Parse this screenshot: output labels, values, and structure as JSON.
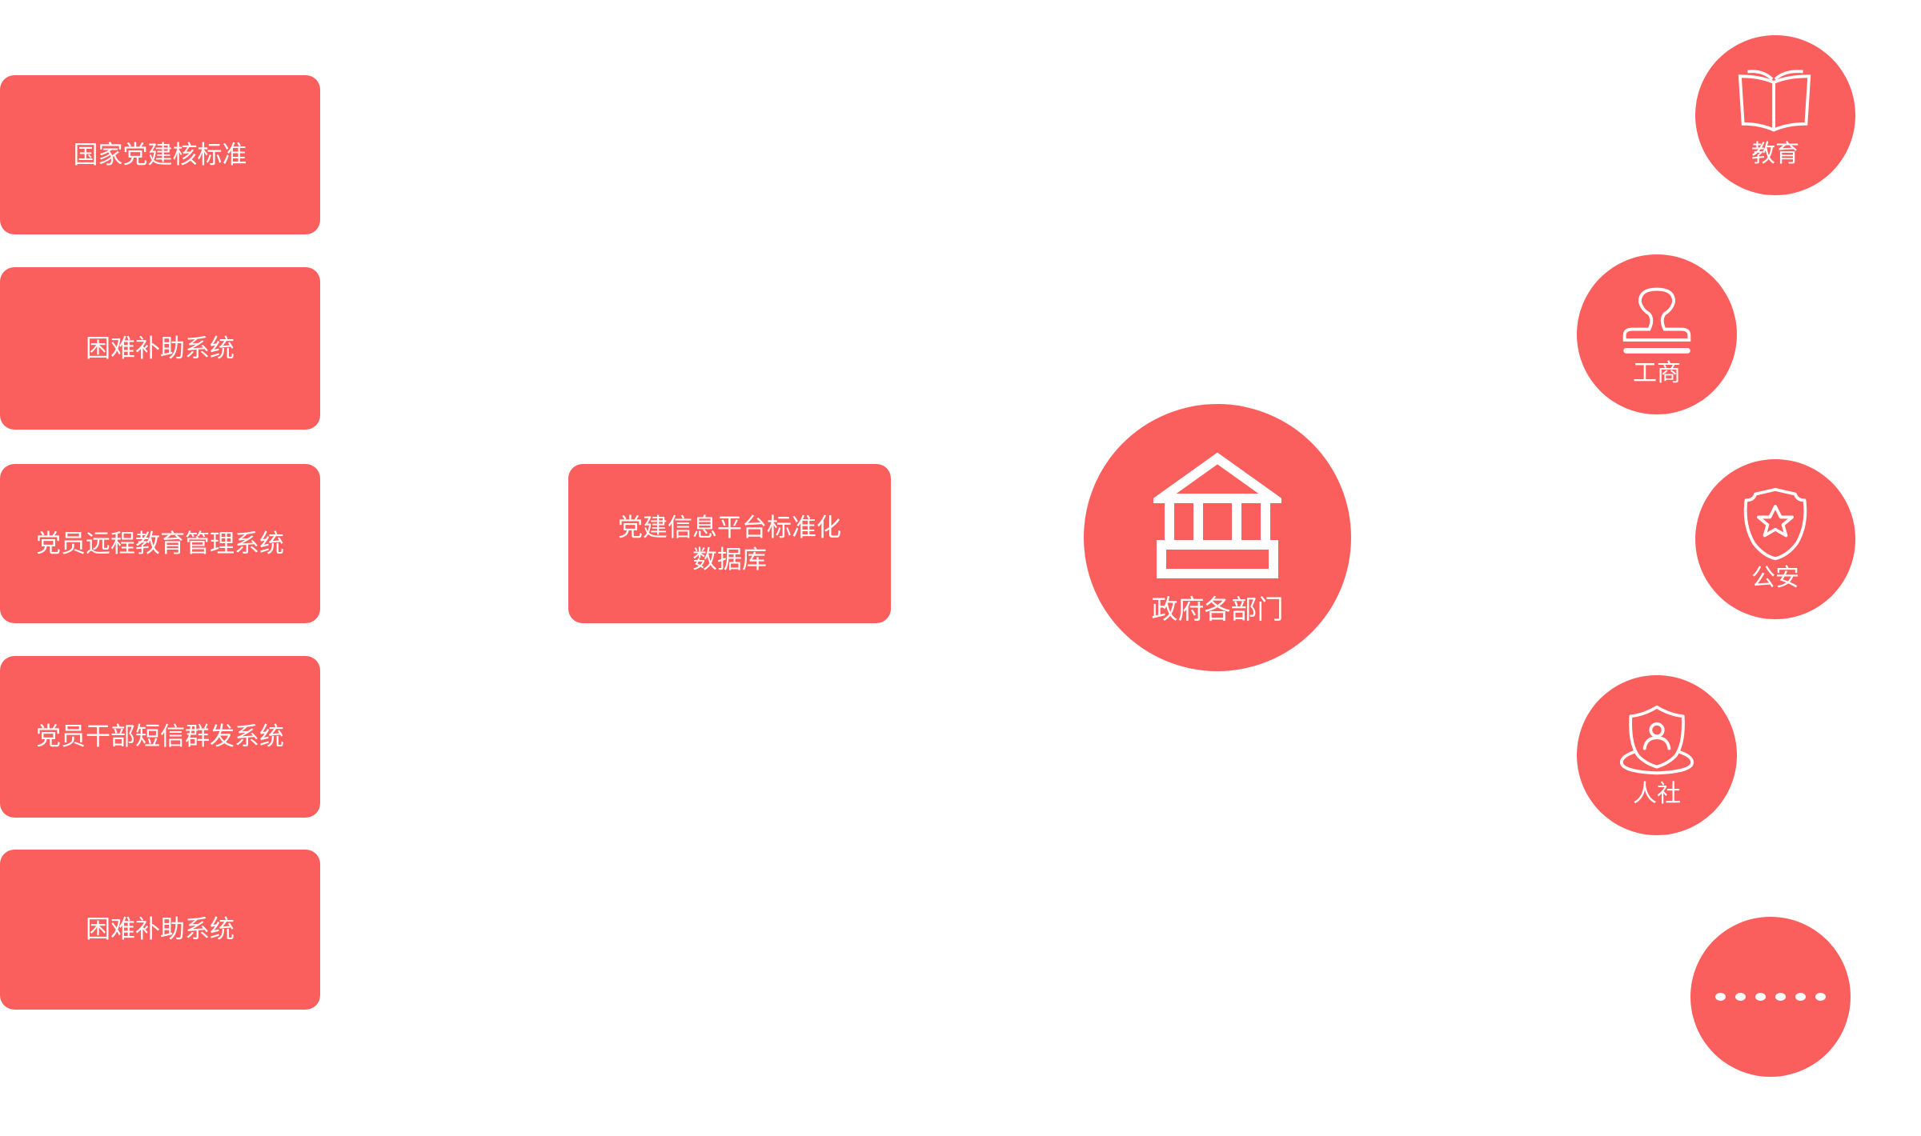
{
  "sources": [
    {
      "label": "国家党建核标准"
    },
    {
      "label": "困难补助系统"
    },
    {
      "label": "党员远程教育管理系统"
    },
    {
      "label": "党员干部短信群发系统"
    },
    {
      "label": "困难补助系统"
    }
  ],
  "database": {
    "line1": "党建信息平台标准化",
    "line2": "数据库"
  },
  "hub": {
    "label": "政府各部门",
    "icon": "government-building-icon"
  },
  "departments": [
    {
      "label": "教育",
      "icon": "open-book-icon"
    },
    {
      "label": "工商",
      "icon": "stamp-icon"
    },
    {
      "label": "公安",
      "icon": "police-shield-icon"
    },
    {
      "label": "人社",
      "icon": "person-shield-icon"
    }
  ],
  "more": {
    "icon": "more-dots-icon"
  },
  "colors": {
    "accent": "#fa5f5e",
    "text": "#ffffff"
  }
}
